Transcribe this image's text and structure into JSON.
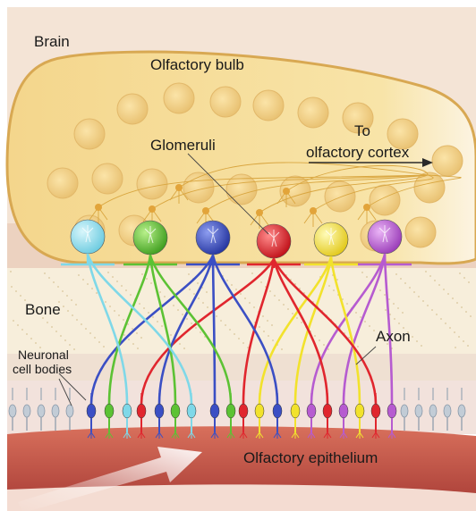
{
  "labels": {
    "brain": "Brain",
    "olfactory_bulb": "Olfactory bulb",
    "glomeruli": "Glomeruli",
    "to_cortex_line1": "To",
    "to_cortex_line2": "olfactory cortex",
    "bone": "Bone",
    "axon": "Axon",
    "neuronal_line1": "Neuronal",
    "neuronal_line2": "cell bodies",
    "epithelium": "Olfactory epithelium"
  },
  "receptor_colors": {
    "cyan": "#7fd8e8",
    "green": "#5cc234",
    "blue": "#3b4fc4",
    "red": "#e0262e",
    "yellow": "#f2e22c",
    "magenta": "#b65bd0"
  },
  "background_colors": {
    "brain": "#f4e6d8",
    "bulb": "#f6dc96",
    "bone": "#f7f0dc",
    "epithelium": "#c8564a"
  },
  "icons": {
    "flow_arrow": "arrow-right-icon",
    "air_arrow": "airflow-arrow-icon"
  }
}
